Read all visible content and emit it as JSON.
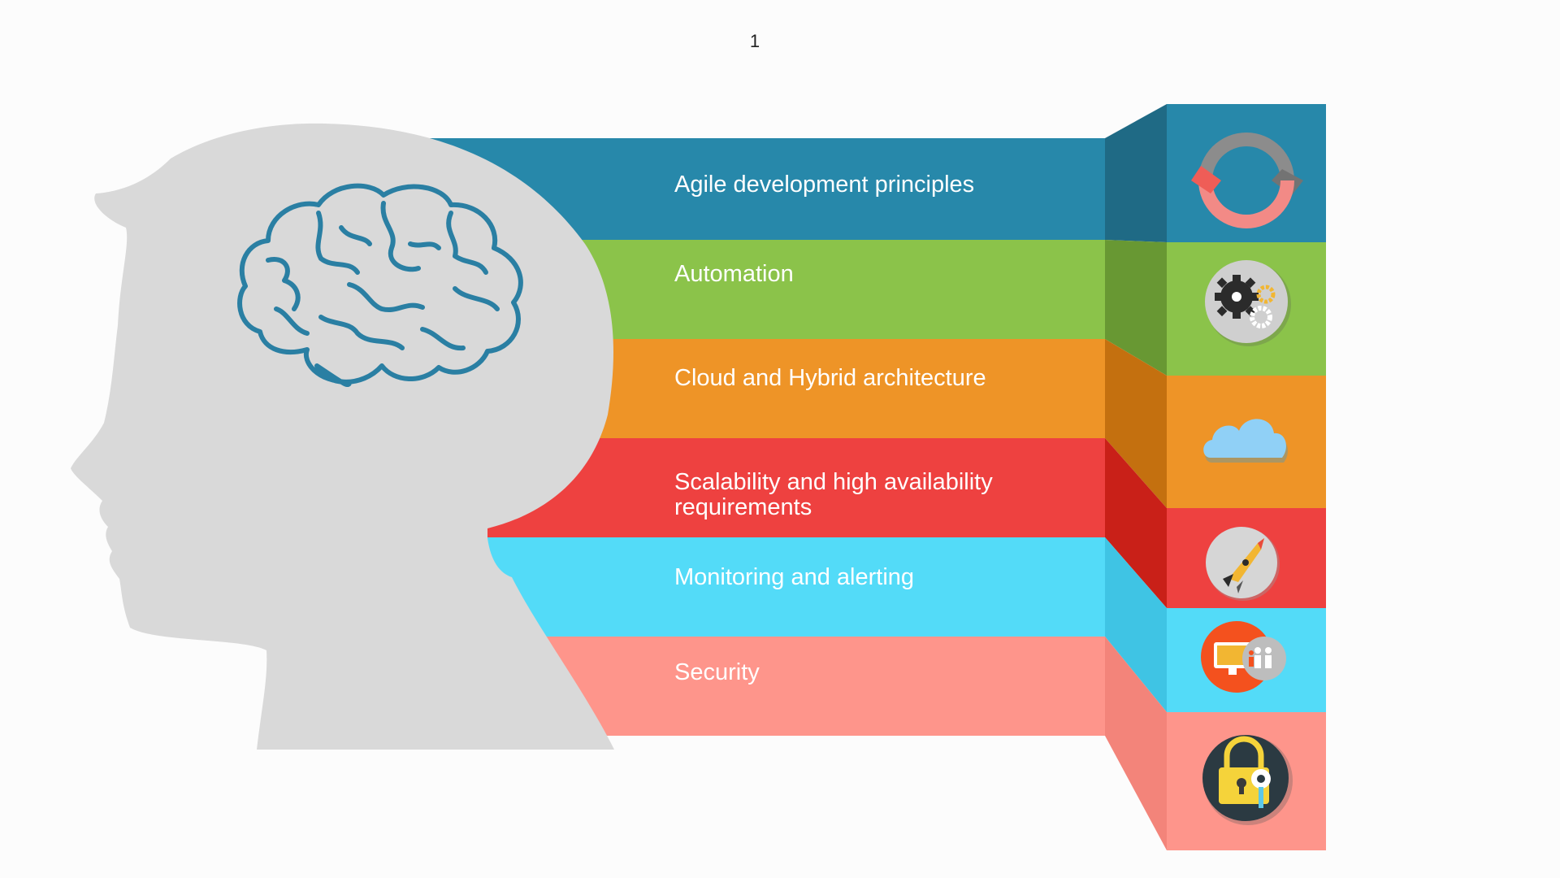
{
  "page_number": "1",
  "bands": [
    {
      "label": "Agile development principles",
      "color": "#2788aa",
      "shade": "#1f6a85",
      "icon": "cycle-arrows-icon"
    },
    {
      "label": "Automation",
      "color": "#8bc34a",
      "shade": "#689833",
      "icon": "gears-icon"
    },
    {
      "label": "Cloud and Hybrid architecture",
      "color": "#ee9427",
      "shade": "#c4700f",
      "icon": "cloud-icon"
    },
    {
      "label": "Scalability and high availability requirements",
      "color": "#ee4140",
      "shade": "#c92018",
      "icon": "rocket-icon"
    },
    {
      "label": "Monitoring and alerting",
      "color": "#53dbf8",
      "shade": "#3fc4e4",
      "icon": "monitor-people-icon"
    },
    {
      "label": "Security",
      "color": "#fe958b",
      "shade": "#f3847a",
      "icon": "padlock-key-icon"
    }
  ],
  "head_color": "#d9d9d9",
  "brain_color": "#2a7fa3",
  "background": "#fcfcfc"
}
